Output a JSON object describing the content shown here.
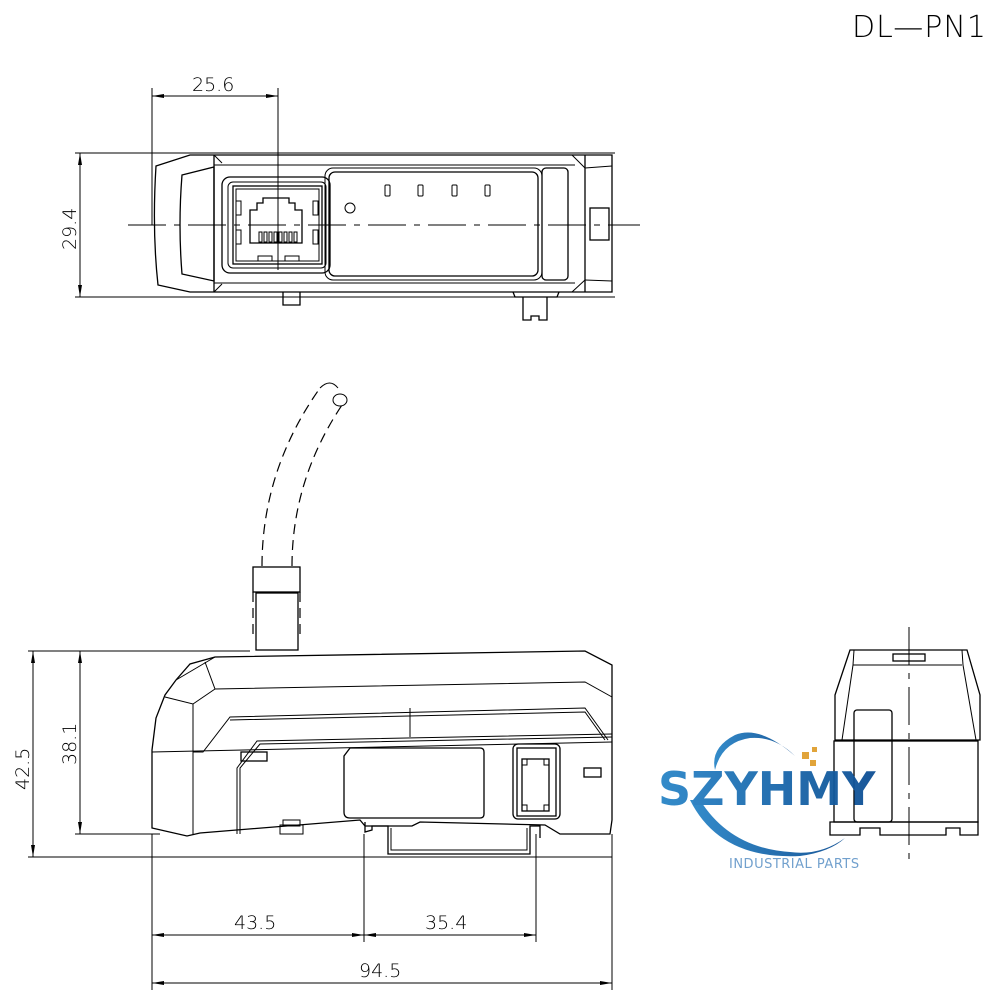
{
  "title": "DL—PN1",
  "top_view": {
    "dim_width": "25.6",
    "dim_height": "29.4",
    "indicator_count": 4
  },
  "front_view": {
    "dim_height_overall": "42.5",
    "dim_height_body": "38.1",
    "dim_left": "43.5",
    "dim_mid": "35.4",
    "dim_overall_width": "94.5"
  },
  "watermark": {
    "brand": "SZYHMY",
    "tagline": "INDUSTRIAL PARTS",
    "colors": {
      "brand_blue": "#1f6fb5",
      "brand_blue_dark": "#0d4f94",
      "accent_gold": "#e0a030",
      "tagline": "#6a9bcb"
    }
  }
}
